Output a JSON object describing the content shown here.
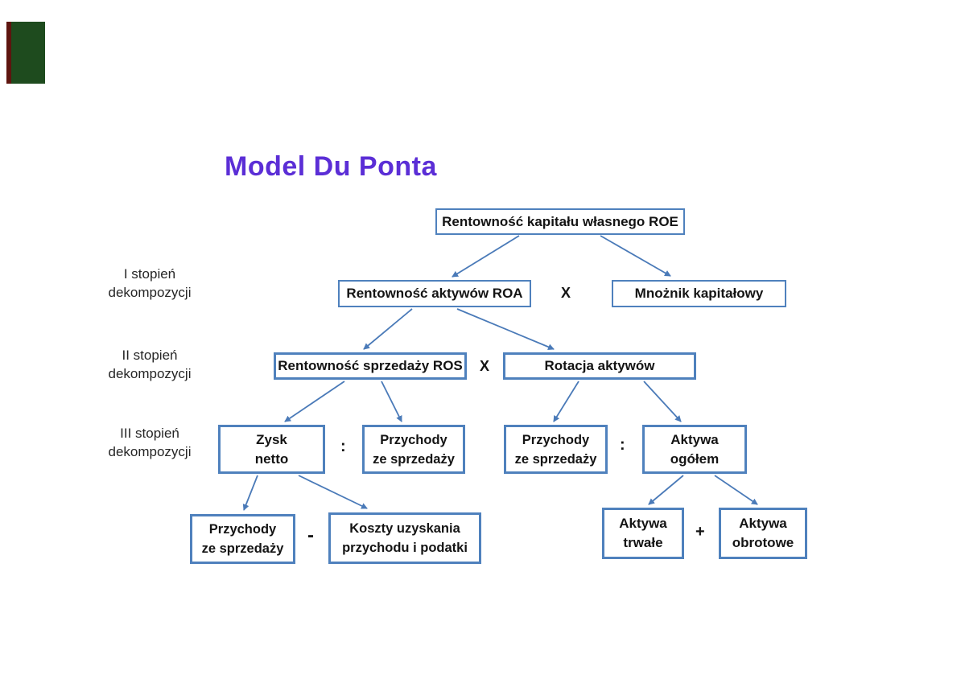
{
  "title": {
    "text": "Model Du Ponta",
    "color": "#5b2ed6"
  },
  "colors": {
    "box_border": "#4f81bd",
    "arrow": "#4a7ab8",
    "box_text": "#141414",
    "label_text": "#262626",
    "corner_rect_green": "#1e4b1e",
    "corner_rect_red": "#5e150f"
  },
  "row_labels": [
    {
      "line1": "I stopień",
      "line2": "dekompozycji"
    },
    {
      "line1": "II stopień",
      "line2": "dekompozycji"
    },
    {
      "line1": "III stopień",
      "line2": "dekompozycji"
    }
  ],
  "nodes": {
    "roe": {
      "text": "Rentowność kapitału własnego ROE"
    },
    "roa": {
      "text": "Rentowność aktywów ROA"
    },
    "mnoznik": {
      "text": "Mnożnik kapitałowy"
    },
    "ros": {
      "text": "Rentowność sprzedaży ROS"
    },
    "rotacja": {
      "text": "Rotacja aktywów"
    },
    "zysk": {
      "line1": "Zysk",
      "line2": "netto"
    },
    "przychody_l3_left": {
      "line1": "Przychody",
      "line2": "ze sprzedaży"
    },
    "przychody_l3_right": {
      "line1": "Przychody",
      "line2": "ze sprzedaży"
    },
    "aktywa_ogolem": {
      "line1": "Aktywa",
      "line2": "ogółem"
    },
    "przychody_l4": {
      "line1": "Przychody",
      "line2": "ze sprzedaży"
    },
    "koszty": {
      "line1": "Koszty uzyskania",
      "line2": "przychodu i podatki"
    },
    "aktywa_trwale": {
      "line1": "Aktywa",
      "line2": "trwałe"
    },
    "aktywa_obrotowe": {
      "line1": "Aktywa",
      "line2": "obrotowe"
    }
  },
  "operators": {
    "multiply_level1": "X",
    "multiply_level2": "X",
    "divide_level3_left": ":",
    "divide_level3_right": ":",
    "subtract": "-",
    "add": "+"
  }
}
